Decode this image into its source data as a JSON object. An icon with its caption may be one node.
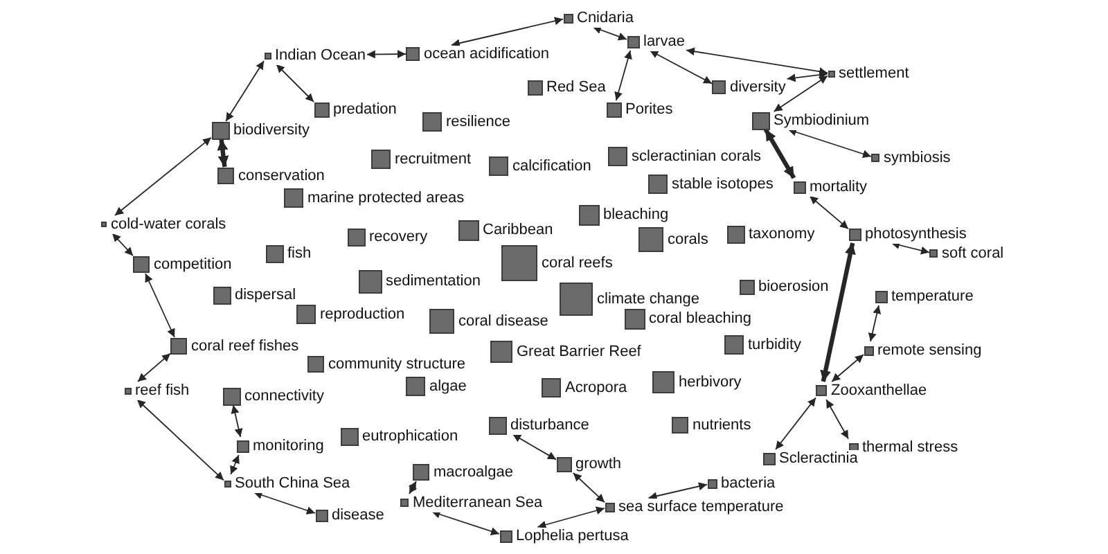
{
  "diagram": {
    "nodes": [
      {
        "text": [
          "Cnidaria"
        ]
      },
      {
        "text": [
          "Indian Ocean"
        ]
      },
      {
        "text": [
          "ocean acidification"
        ]
      },
      {
        "text": [
          "larvae"
        ]
      },
      {
        "text": [
          "Red Sea"
        ]
      },
      {
        "text": [
          "diversity"
        ]
      },
      {
        "text": [
          "settlement"
        ]
      },
      {
        "text": [
          "biodiversity"
        ]
      },
      {
        "text": [
          "predation"
        ]
      },
      {
        "text": [
          "resilience"
        ]
      },
      {
        "text": [
          "Porites"
        ]
      },
      {
        "text": [
          "Symbiodinium"
        ]
      },
      {
        "text": [
          "conservation"
        ]
      },
      {
        "text": [
          "recruitment"
        ]
      },
      {
        "text": [
          "calcification"
        ]
      },
      {
        "text": [
          "scleractinian corals"
        ]
      },
      {
        "text": [
          "stable isotopes"
        ]
      },
      {
        "text": [
          "mortality"
        ]
      },
      {
        "text": [
          "symbiosis"
        ]
      },
      {
        "text": [
          "cold-water corals"
        ]
      },
      {
        "text": [
          "marine protected areas"
        ]
      },
      {
        "text": [
          "recovery"
        ]
      },
      {
        "text": [
          "Caribbean"
        ]
      },
      {
        "text": [
          "bleaching"
        ]
      },
      {
        "text": [
          "corals"
        ]
      },
      {
        "text": [
          "taxonomy"
        ]
      },
      {
        "text": [
          "photosynthesis"
        ]
      },
      {
        "text": [
          "competition"
        ]
      },
      {
        "text": [
          "fish"
        ]
      },
      {
        "text": [
          "sedimentation"
        ]
      },
      {
        "text": [
          "coral reefs"
        ]
      },
      {
        "text": [
          "bioerosion"
        ]
      },
      {
        "text": [
          "soft coral"
        ]
      },
      {
        "text": [
          "dispersal"
        ]
      },
      {
        "text": [
          "reproduction"
        ]
      },
      {
        "text": [
          "coral disease"
        ]
      },
      {
        "text": [
          "climate change"
        ]
      },
      {
        "text": [
          "coral bleaching"
        ]
      },
      {
        "text": [
          "temperature"
        ]
      },
      {
        "text": [
          "coral reef fishes"
        ]
      },
      {
        "text": [
          "community structure"
        ]
      },
      {
        "text": [
          "Great Barrier Reef"
        ]
      },
      {
        "text": [
          "turbidity"
        ]
      },
      {
        "text": [
          "remote sensing"
        ]
      },
      {
        "text": [
          "reef fish"
        ]
      },
      {
        "text": [
          "connectivity"
        ]
      },
      {
        "text": [
          "algae"
        ]
      },
      {
        "text": [
          "Acropora"
        ]
      },
      {
        "text": [
          "herbivory"
        ]
      },
      {
        "text": [
          "Zooxanthellae"
        ]
      },
      {
        "text": [
          "monitoring"
        ]
      },
      {
        "text": [
          "eutrophication"
        ]
      },
      {
        "text": [
          "disturbance"
        ]
      },
      {
        "text": [
          "nutrients"
        ]
      },
      {
        "text": [
          "thermal stress"
        ]
      },
      {
        "text": [
          "South China Sea"
        ]
      },
      {
        "text": [
          "macroalgae"
        ]
      },
      {
        "text": [
          "growth"
        ]
      },
      {
        "text": [
          "bacteria"
        ]
      },
      {
        "text": [
          "Scleractinia"
        ]
      },
      {
        "text": [
          "disease"
        ]
      },
      {
        "text": [
          "Mediterranean Sea"
        ]
      },
      {
        "text": [
          "sea surface temperature"
        ]
      },
      {
        "text": [
          "Lophelia pertusa"
        ]
      }
    ],
    "edges": [
      {
        "from": 0,
        "to": 2,
        "arrow": "both"
      },
      {
        "from": 0,
        "to": 3,
        "arrow": "both"
      },
      {
        "from": 1,
        "to": 2,
        "arrow": "both"
      },
      {
        "from": 1,
        "to": 7,
        "arrow": "both"
      },
      {
        "from": 1,
        "to": 8,
        "arrow": "both"
      },
      {
        "from": 3,
        "to": 5,
        "arrow": "both"
      },
      {
        "from": 3,
        "to": 6,
        "arrow": "both"
      },
      {
        "from": 3,
        "to": 10,
        "arrow": "both"
      },
      {
        "from": 6,
        "to": 5,
        "arrow": "both"
      },
      {
        "from": 6,
        "to": 11,
        "arrow": "both"
      },
      {
        "from": 7,
        "to": 12,
        "arrow": "both",
        "style": "thick"
      },
      {
        "from": 11,
        "to": 18,
        "arrow": "both"
      },
      {
        "from": 11,
        "to": 17,
        "arrow": "both",
        "style": "thick"
      },
      {
        "from": 17,
        "to": 26,
        "arrow": "both"
      },
      {
        "from": 19,
        "to": 7,
        "arrow": "both"
      },
      {
        "from": 19,
        "to": 27,
        "arrow": "both"
      },
      {
        "from": 26,
        "to": 32,
        "arrow": "both"
      },
      {
        "from": 27,
        "to": 39,
        "arrow": "both"
      },
      {
        "from": 38,
        "to": 43,
        "arrow": "both"
      },
      {
        "from": 44,
        "to": 39,
        "arrow": "both"
      },
      {
        "from": 44,
        "to": 55,
        "arrow": "both"
      },
      {
        "from": 45,
        "to": 50,
        "arrow": "both"
      },
      {
        "from": 49,
        "to": 26,
        "arrow": "both",
        "style": "thick"
      },
      {
        "from": 49,
        "to": 43,
        "arrow": "both"
      },
      {
        "from": 49,
        "to": 54,
        "arrow": "both"
      },
      {
        "from": 50,
        "to": 55,
        "arrow": "both"
      },
      {
        "from": 52,
        "to": 57,
        "arrow": "both"
      },
      {
        "from": 55,
        "to": 60,
        "arrow": "both"
      },
      {
        "from": 56,
        "to": 61,
        "arrow": "both"
      },
      {
        "from": 57,
        "to": 62,
        "arrow": "both"
      },
      {
        "from": 58,
        "to": 62,
        "arrow": "both"
      },
      {
        "from": 59,
        "to": 49,
        "arrow": "both"
      },
      {
        "from": 63,
        "to": 61,
        "arrow": "both"
      },
      {
        "from": 63,
        "to": 62,
        "arrow": "both"
      }
    ]
  }
}
